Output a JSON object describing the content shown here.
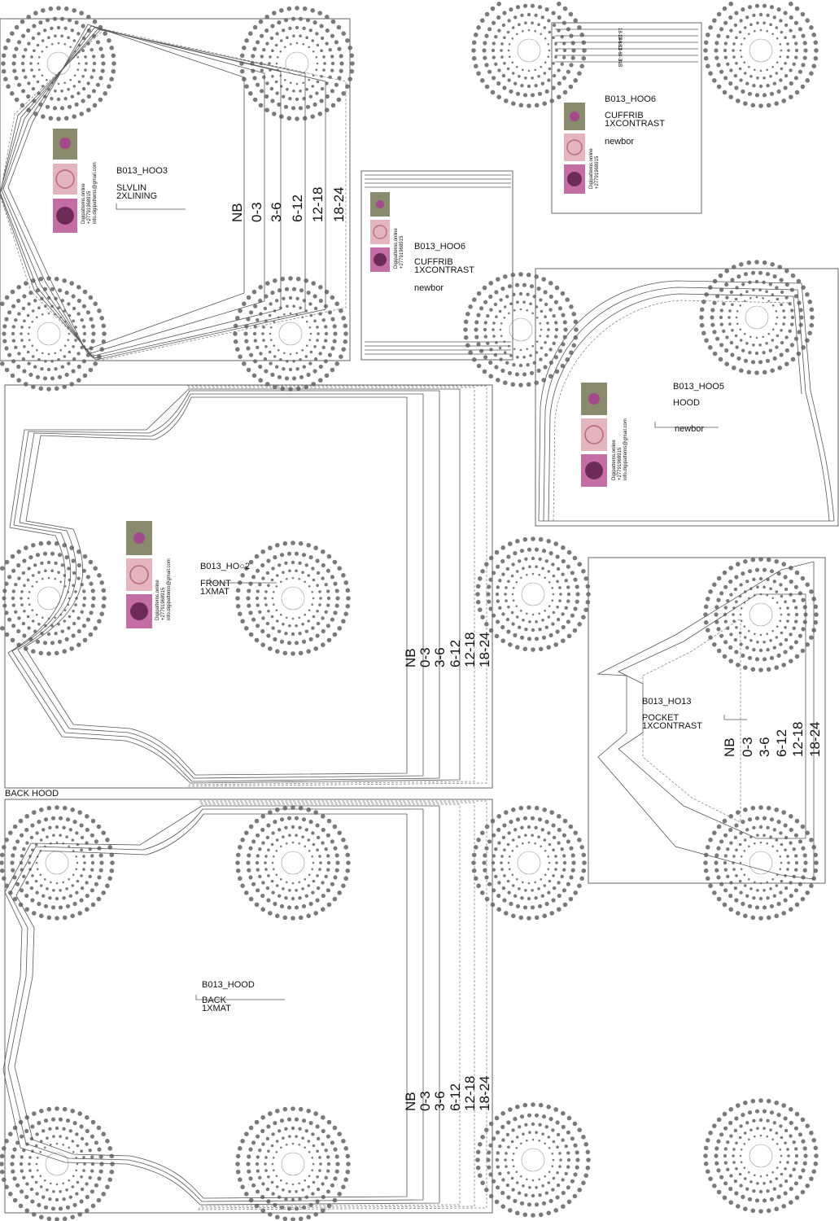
{
  "pieces": [
    {
      "id": "B013_HOO3",
      "name": "SLVLIN",
      "cut": "2XLINING",
      "sizes": [
        "NB",
        "0-3",
        "3-6",
        "6-12",
        "12-18",
        "18-24"
      ]
    },
    {
      "id": "B013_HOO6",
      "name": "CUFFRIB",
      "cut": "1XCONTRAST",
      "size": "newbor",
      "sizes": [
        "18-24",
        "12-18",
        "6-12",
        "3-6",
        "0-3",
        "NB"
      ]
    },
    {
      "id": "B013_HOO6",
      "name": "CUFFRIB",
      "cut": "1XCONTRAST",
      "size": "newbor"
    },
    {
      "id": "B013_HOO5",
      "name": "HOOD",
      "size": "newbor"
    },
    {
      "id": "B013_HO○2",
      "name": "FRONT",
      "cut": "1XMAT",
      "sizes": [
        "NB",
        "0-3",
        "3-6",
        "6-12",
        "12-18",
        "18-24"
      ]
    },
    {
      "id": "B013_HO13",
      "name": "POCKET",
      "cut": "1XCONTRAST",
      "sizes": [
        "NB",
        "0-3",
        "3-6",
        "6-12",
        "12-18",
        "18-24"
      ]
    },
    {
      "id": "B013_HOOD",
      "name": "BACK",
      "cut": "1XMAT",
      "sizes": [
        "NB",
        "0-3",
        "3-6",
        "6-12",
        "12-18",
        "18-24"
      ]
    }
  ],
  "overlap_label": "BACK HOOD",
  "contact": {
    "site": "Digipatterns.online",
    "phone": "+27791968915",
    "email": "info.digipatterns@gmail.com"
  },
  "colors": {
    "dots": "#7a7a7a",
    "lines": "#555555"
  }
}
